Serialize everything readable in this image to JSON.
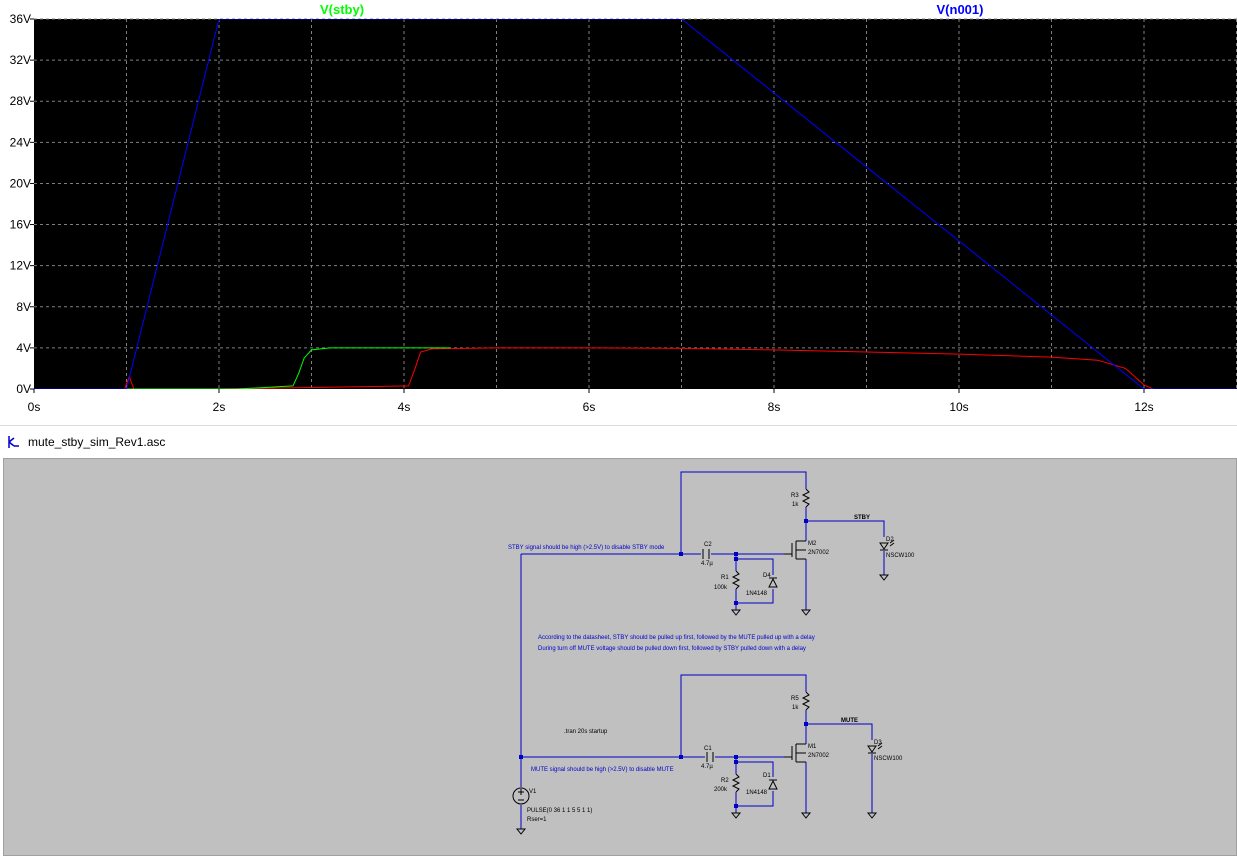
{
  "plot": {
    "traces": [
      {
        "name": "V(stby)",
        "color": "#00ff00"
      },
      {
        "name": "V(n001)",
        "color": "#0000ff"
      }
    ],
    "colors": {
      "background": "#000000",
      "grid": "#808080",
      "red_trace": "#ff0000"
    }
  },
  "chart_data": {
    "type": "line",
    "xlabel": "",
    "ylabel": "",
    "xlim": [
      0,
      13
    ],
    "ylim": [
      0,
      36
    ],
    "x_ticks": [
      "0s",
      "2s",
      "4s",
      "6s",
      "8s",
      "10s",
      "12s"
    ],
    "y_ticks": [
      "0V",
      "4V",
      "8V",
      "12V",
      "16V",
      "20V",
      "24V",
      "28V",
      "32V",
      "36V"
    ],
    "grid": true,
    "series": [
      {
        "name": "V(n001)",
        "color": "#0000ff",
        "x": [
          0,
          1,
          2,
          7,
          12,
          13
        ],
        "y": [
          0,
          0,
          36,
          36,
          0,
          0
        ]
      },
      {
        "name": "V(stby)",
        "color": "#00ff00",
        "x": [
          0,
          2.2,
          2.8,
          2.86,
          2.92,
          3.0,
          3.2,
          4.5
        ],
        "y": [
          0,
          0,
          0.3,
          1.5,
          3.0,
          3.8,
          4.0,
          4.0
        ]
      },
      {
        "color": "#ff0000",
        "x": [
          0,
          0.98,
          1.03,
          1.08,
          2.0,
          4.05,
          4.12,
          4.18,
          4.3,
          5,
          6,
          7,
          8,
          9,
          10,
          11,
          11.5,
          11.8,
          12.0,
          12.1,
          13
        ],
        "y": [
          0,
          0,
          1.2,
          0,
          0,
          0.3,
          2.0,
          3.6,
          3.9,
          4.0,
          4.0,
          3.95,
          3.8,
          3.6,
          3.4,
          3.1,
          2.8,
          2.0,
          0.4,
          0,
          0
        ]
      }
    ]
  },
  "schematic": {
    "window_title": "mute_stby_sim_Rev1.asc",
    "comments": {
      "stby": "STBY signal should be high (>2.5V) to disable STBY mode",
      "mute": "MUTE signal should be high (>2.5V) to disable MUTE",
      "note1": "According to the datasheet, STBY should be pulled up first, followed by the MUTE pulled up with a delay",
      "note2": "During turn off MUTE voltage should be pulled down first, followed by STBY pulled down with a delay"
    },
    "directive": ".tran 20s startup",
    "labels": {
      "r3": "R3",
      "r3v": "1k",
      "stby_net": "STBY",
      "c2": "C2",
      "c2v": "4.7µ",
      "m2": "M2",
      "m2v": "2N7002",
      "r1": "R1",
      "r1v": "100k",
      "d4": "D4",
      "d4v": "1N4148",
      "d2": "D2",
      "d2v": "NSCW100",
      "r5": "R5",
      "r5v": "1k",
      "mute_net": "MUTE",
      "c1": "C1",
      "c1v": "4.7µ",
      "m1": "M1",
      "m1v": "2N7002",
      "r2": "R2",
      "r2v": "200k",
      "d1": "D1",
      "d1v": "1N4148",
      "d3": "D3",
      "d3v": "NSCW100",
      "v1": "V1",
      "v1v": "PULSE(0 36 1 1 5 5 1 1)",
      "v1r": "Rser=1"
    },
    "colors": {
      "wire": "#0000c8",
      "component": "#000000",
      "canvas": "#c0c0c0"
    }
  }
}
